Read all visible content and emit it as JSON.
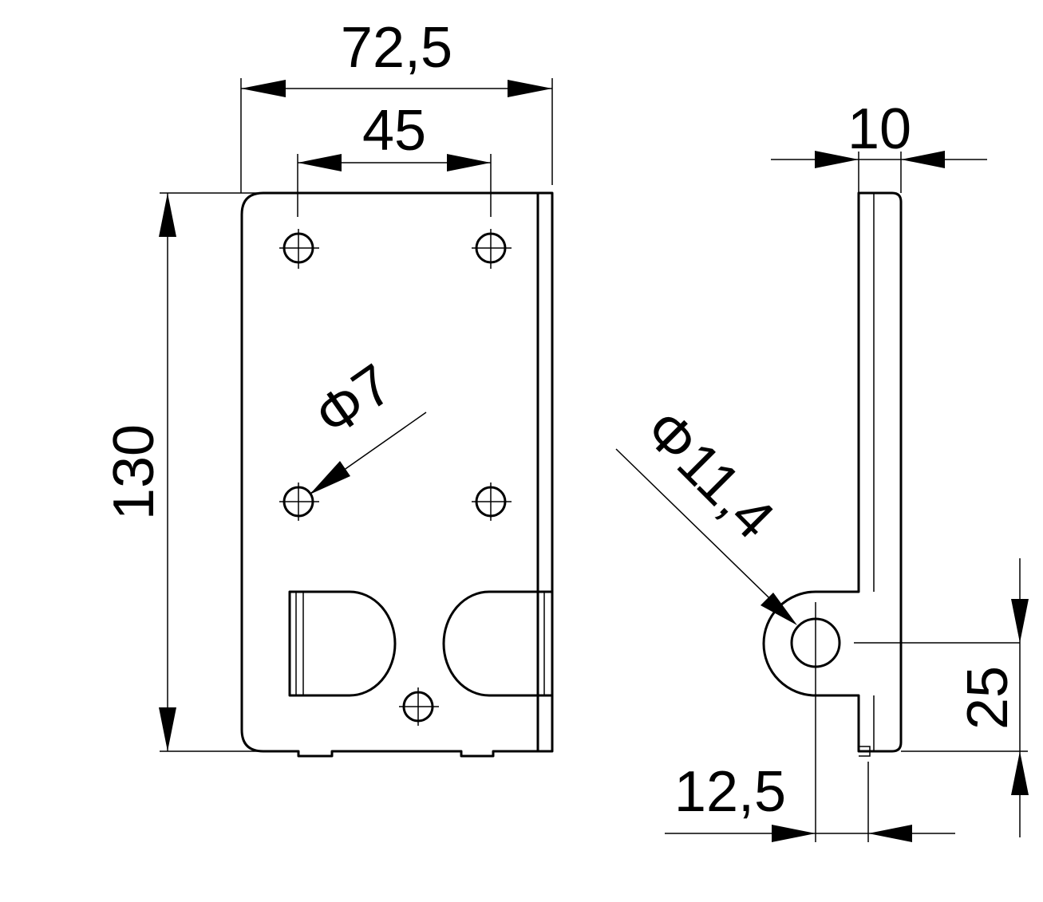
{
  "drawing": {
    "colors": {
      "line": "#000000",
      "background": "#ffffff"
    },
    "dimensions": {
      "overall_width": "72,5",
      "hole_spacing": "45",
      "height": "130",
      "small_hole_diameter": "Φ7",
      "thickness": "10",
      "pivot_hole_diameter": "Φ11,4",
      "pivot_height": "25",
      "pivot_offset": "12,5"
    }
  }
}
